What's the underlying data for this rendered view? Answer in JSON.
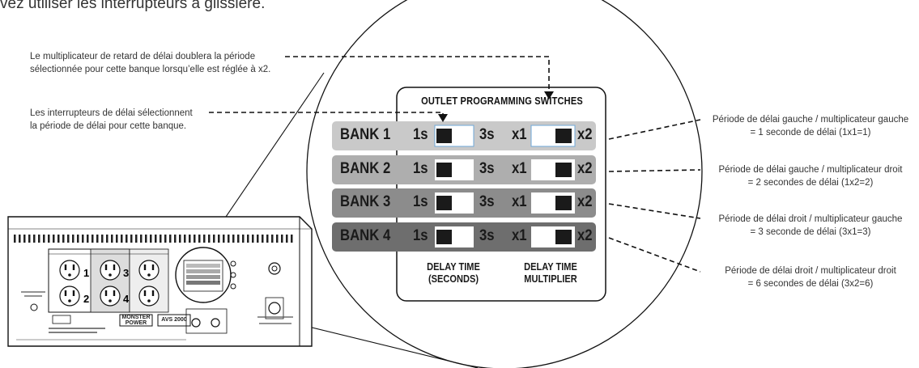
{
  "header": {
    "partial_text": "vez utiliser les interrupteurs à glissière."
  },
  "left_notes": {
    "multiplier_line1": "Le multiplicateur de retard de délai doublera la période",
    "multiplier_line2": "sélectionnée pour cette banque lorsqu’elle est réglée à x2.",
    "delay_line1": "Les interrupteurs de délai sélectionnent",
    "delay_line2": "la période de délai pour cette banque."
  },
  "panel": {
    "title": "OUTLET PROGRAMMING SWITCHES",
    "banks": [
      {
        "label": "BANK 1",
        "left": "1s",
        "mid": "3s",
        "mult_left": "x1",
        "mult_right": "x2",
        "shade": "#c9c9c9"
      },
      {
        "label": "BANK 2",
        "left": "1s",
        "mid": "3s",
        "mult_left": "x1",
        "mult_right": "x2",
        "shade": "#aeaeae"
      },
      {
        "label": "BANK 3",
        "left": "1s",
        "mid": "3s",
        "mult_left": "x1",
        "mult_right": "x2",
        "shade": "#8c8c8c"
      },
      {
        "label": "BANK 4",
        "left": "1s",
        "mid": "3s",
        "mult_left": "x1",
        "mult_right": "x2",
        "shade": "#6e6e6e"
      }
    ],
    "footer_left_1": "DELAY TIME",
    "footer_left_2": "(SECONDS)",
    "footer_right_1": "DELAY TIME",
    "footer_right_2": "MULTIPLIER"
  },
  "right_notes": [
    {
      "line1": "Période de délai gauche / multiplicateur gauche",
      "line2": "= 1 seconde de délai (1x1=1)"
    },
    {
      "line1": "Période de délai gauche / multiplicateur droit",
      "line2": "= 2 secondes de délai (1x2=2)"
    },
    {
      "line1": "Période de délai droit / multiplicateur gauche",
      "line2": "= 3 seconde de délai (3x1=3)"
    },
    {
      "line1": "Période de délai droit / multiplicateur droit",
      "line2": "= 6 secondes de délai (3x2=6)"
    }
  ],
  "device": {
    "outlet_numbers": [
      "1",
      "2",
      "3",
      "4"
    ],
    "brand": "MONSTER POWER",
    "model": "AVS 2000"
  },
  "colors": {
    "accent_outline": "#6fa8d8",
    "ink": "#1a1a1a",
    "switch_knob": "#1a1a1a"
  }
}
